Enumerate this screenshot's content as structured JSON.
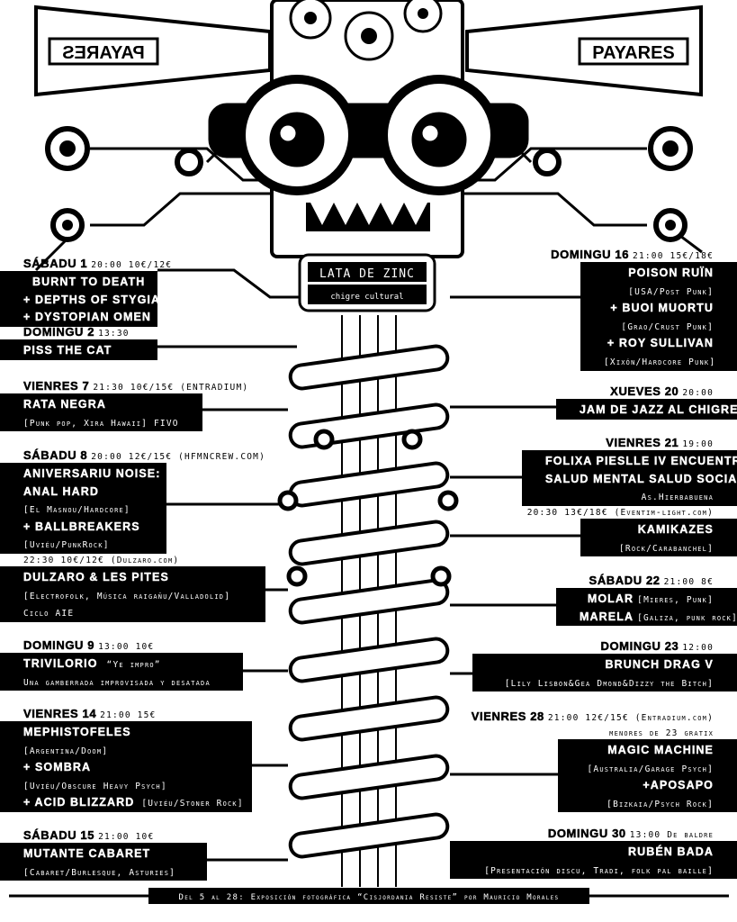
{
  "logo": {
    "horn_text": "PAYARES",
    "venue": "LATA DE ZINC",
    "venue_sub": "chigre cultural"
  },
  "left_events": [
    {
      "day": "SÁBADU 1",
      "info": "20:00 10€/12€",
      "lines": [
        "BURNT TO DEATH",
        "+ DEPTHS OF STYGIA",
        "+ DYSTOPIAN OMEN"
      ]
    },
    {
      "day": "DOMINGU 2",
      "info": "13:30",
      "lines": [
        "PISS THE CAT"
      ]
    },
    {
      "day": "VIENRES 7",
      "info": "21:30 10€/15€ (ENTRADIUM)",
      "lines": [
        "RATA NEGRA",
        "[Punk pop, Xira Hawaii] FIVO"
      ]
    },
    {
      "day": "SÁBADU 8",
      "info": "20:00  12€/15€ (HFMNCREW.COM)",
      "lines": [
        "ANIVERSARIU NOISE:",
        "ANAL HARD",
        "[El Masnou/Hardcore]",
        "+ BALLBREAKERS",
        "[Uviéu/PunkRock]"
      ]
    },
    {
      "info": "22:30 10€/12€ (Dulzaro.com)",
      "lines": [
        "DULZARO & LES PITES",
        "[Electrofolk, Música raigañu/Valladolid]",
        "Ciclo AIE"
      ]
    },
    {
      "day": "DOMINGU 9",
      "info": "13:00 10€",
      "lines": [
        "TRIVILORIO",
        "“Ye impro”",
        "Una gamberrada improvisada y desatada"
      ]
    },
    {
      "day": "VIENRES 14",
      "info": "21:00 15€",
      "lines": [
        "MEPHISTOFELES",
        "[Argentina/Doom]",
        "+ SOMBRA",
        "[Uviéu/Obscure Heavy Psych]",
        "+ ACID BLIZZARD",
        "[Uviéu/Stoner Rock]"
      ]
    },
    {
      "day": "SÁBADU 15",
      "info": "21:00 10€",
      "lines": [
        "MUTANTE CABARET",
        "[Cabaret/Burlesque, Asturies]"
      ]
    }
  ],
  "right_events": [
    {
      "day": "DOMINGU 16",
      "info": "21:00 15€/18€",
      "lines": [
        "POISON RUÏN",
        "[USA/Post Punk]",
        "+ BUOI MUORTU",
        "[Grao/Crust Punk]",
        "+ ROY SULLIVAN",
        "[Xixón/Hardcore Punk]"
      ]
    },
    {
      "day": "XUEVES 20",
      "info": "20:00",
      "lines": [
        "JAM DE JAZZ AL CHIGRE"
      ]
    },
    {
      "day": "VIENRES 21",
      "info": "19:00",
      "lines": [
        "FOLIXA PIESLLE IV ENCUENTRO",
        "SALUD MENTAL SALUD SOCIAL",
        "As.Hierbabuena"
      ]
    },
    {
      "info": "20:30 13€/18€ (Eventim-light.com)",
      "lines": [
        "KAMIKAZES",
        "[Rock/Carabanchel]"
      ]
    },
    {
      "day": "SÁBADU 22",
      "info": "21:00 8€",
      "lines": [
        "MOLAR",
        "[Mieres, Punk]",
        "MARELA",
        "[Galiza, punk rock]"
      ]
    },
    {
      "day": "DOMINGU 23",
      "info": "12:00",
      "lines": [
        "BRUNCH DRAG V",
        "[Lily Lisbon&Gea Dmond&Dizzy the Bitch]"
      ]
    },
    {
      "day": "VIENRES 28",
      "info": "21:00 12€/15€ (Entradium.com)",
      "note": "menores de 23 gratix",
      "lines": [
        "MAGIC MACHINE",
        "[Australia/Garage Psych]",
        "+APOSAPO",
        "[Bizkaia/Psych Rock]"
      ]
    },
    {
      "day": "DOMINGU 30",
      "info": "13:00 De baldre",
      "lines": [
        "RUBÉN BADA",
        "[Presentación discu, Tradi, folk pal baille]"
      ]
    }
  ],
  "footer": "Del 5 al 28: Exposición fotográfica “Cisjordania Resiste” por Mauricio Morales"
}
